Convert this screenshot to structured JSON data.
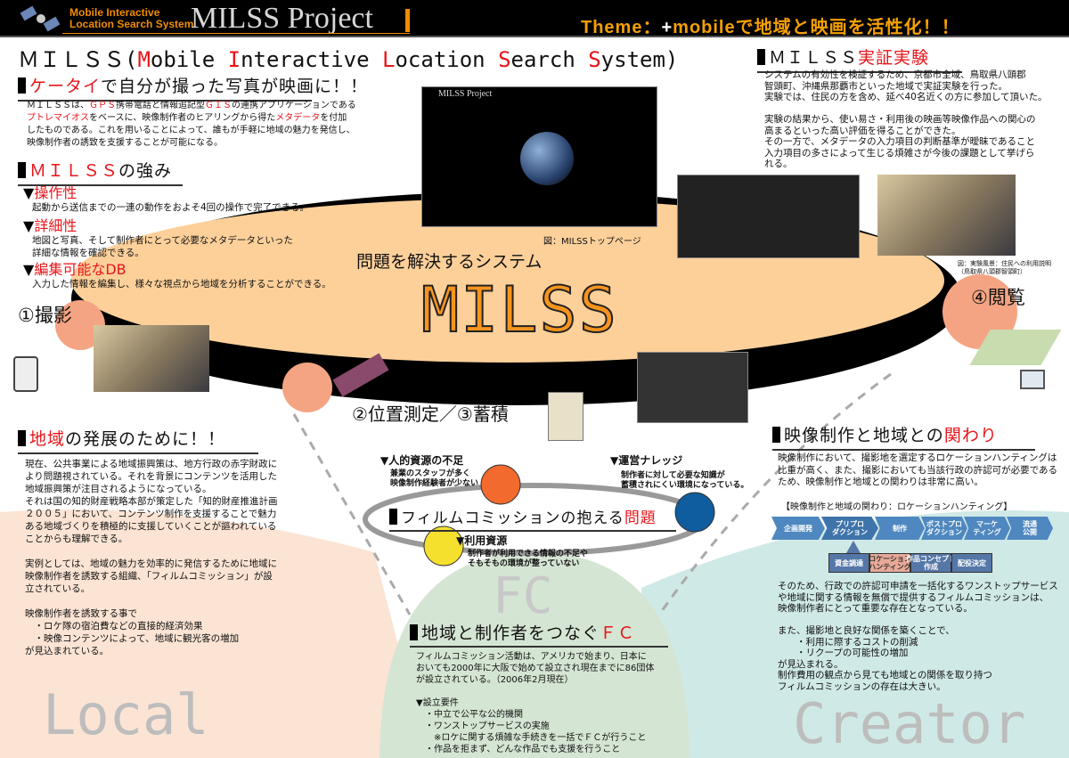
{
  "header": {
    "logo_sub_1": "Mobile Interactive",
    "logo_sub_2": "Location Search System",
    "logo_main": "MILSS Project",
    "theme_prefix": "Theme：",
    "theme_plus": "+",
    "theme_rest": "mobileで地域と映画を活性化！！"
  },
  "title": {
    "prefix": "ＭＩＬＳＳ(",
    "parts": [
      [
        "M",
        "obile "
      ],
      [
        "I",
        "nteractive "
      ],
      [
        "L",
        "ocation "
      ],
      [
        "S",
        "earch "
      ],
      [
        "S",
        "ystem)"
      ]
    ]
  },
  "keitai": {
    "heading_red": "ケータイ",
    "heading_rest": "で自分が撮った写真が映画に！！",
    "body": [
      "ＭＩＬＳＳは、",
      "ＧＰＳ",
      "携帯電話と情報追記型",
      "ＧＩＳ",
      "の連携アプリケーションである\n",
      "プトレマイオス",
      "をベースに、映像制作者のヒアリングから得た",
      "メタデータ",
      "を付加\nしたものである。これを用いることによって、誰もが手軽に地域の魅力を発信し、\n映像制作者の誘致を支援することが可能になる。"
    ]
  },
  "strengths": {
    "heading_red": "ＭＩＬＳＳ",
    "heading_rest": "の強み",
    "items": [
      {
        "title": "操作性",
        "text": "起動から送信までの一連の動作をおよそ4回の操作で完了できる。"
      },
      {
        "title": "詳細性",
        "text": "地図と写真、そして制作者にとって必要なメタデータといった\n詳細な情報を確認できる。"
      },
      {
        "title": "編集可能なDB",
        "text": "入力した情報を編集し、様々な視点から地域を分析することができる。"
      }
    ]
  },
  "experiment": {
    "heading_black": "ＭＩＬＳＳ",
    "heading_red": "実証実験",
    "body": "システムの有効性を検証するため、京都市全域、鳥取県八頭郡\n智頭町、沖縄県那覇市といった地域で実証実験を行った。\n実験では、住民の方を含め、延べ40名近くの方に参加して頂いた。\n\n実験の結果から、使い易さ・利用後の映画等映像作品への関心の\n高まるといった高い評価を得ることができた。\nその一方で、メタデータの入力項目の判断基準が曖昧であること\n入力項目の多さによって生じる煩雑さが今後の課題として挙げら\nれる。",
    "photo_caption": "図：実験風景：住民への利用説明\n（鳥取県八頭郡智頭町）"
  },
  "center": {
    "screenshot_caption": "図：MILSSトップページ",
    "screenshot_title": "MILSS Project",
    "system_label": "問題を解決するシステム",
    "system_name": "MILSS",
    "step1": "①撮影",
    "step23": "②位置測定／③蓄積",
    "step4": "④閲覧"
  },
  "local": {
    "heading_red": "地域",
    "heading_rest": "の発展のために！！",
    "body": "現在、公共事業による地域振興策は、地方行政の赤字財政に\nより問題視されている。それを背景にコンテンツを活用した\n地域振興策が注目されるようになっている。\nそれは国の知的財産戦略本部が策定した「知的財産推進計画\n２００５」において、コンテンツ制作を支援することで魅力\nある地域づくりを積極的に支援していくことが謳われている\nことからも理解できる。\n\n実例としては、地域の魅力を効率的に発信するために地域に\n映像制作者を誘致する組織、「フィルムコミッション」が設\n立されている。\n\n映像制作者を誘致する事で\n　・ロケ隊の宿泊費などの直接的経済効果\n　・映像コンテンツによって、地域に観光客の増加\nが見込まれている。",
    "big_label": "Local"
  },
  "problems": {
    "heading_black": "フィルムコミッションの抱える",
    "heading_red": "問題",
    "items": [
      {
        "title": "▼人的資源の不足",
        "text": "兼業のスタッフが多く\n映像制作経験者が少ない",
        "color": "#f26a2e"
      },
      {
        "title": "▼運営ナレッジ",
        "text": "制作者に対して必要な知識が\n蓄積されにくい環境になっている。",
        "color": "#0f5c9e"
      },
      {
        "title": "▼利用資源",
        "text": "制作者が利用できる情報の不足や\nそもそもの環境が整っていない",
        "color": "#f5e12d"
      }
    ]
  },
  "fc": {
    "big_label": "FC",
    "heading_black": "地域と制作者をつなぐ",
    "heading_red": "ＦＣ",
    "body": "フィルムコミッション活動は、アメリカで始まり、日本に\nおいても2000年に大阪で始めて設立され現在までに86団体\nが設立されている。（2006年2月現在）\n\n▼設立要件\n　・中立で公平な公的機関\n　・ワンストップサービスの実施\n　　※ロケに関する煩雑な手続きを一括でＦＣが行うこと\n　・作品を拒まず、どんな作品でも支援を行うこと"
  },
  "creator": {
    "heading_black": "映像制作と地域との",
    "heading_red": "関わり",
    "body1": "映像制作において、撮影地を選定するロケーションハンティングは\n比重が高く、また、撮影においても当該行政の許認可が必要である\nため、映像制作と地域との関わりは非常に高い。",
    "diagram_title": "【映像制作と地域の関わり：ロケーションハンティング】",
    "flow": [
      "企画開発",
      "プリプロ\nダクション",
      "制作",
      "ポストプロ\nダクション",
      "マーケ\nティング",
      "流通\n公開"
    ],
    "sub_tasks": [
      "資金調達",
      "ロケーション\nハンティング",
      "作品コンセプト\n作成",
      "配役決定"
    ],
    "body2": "そのため、行政での許認可申請を一括化するワンストップサービス\nや地域に関する情報を無償で提供するフィルムコミッションは、\n映像制作者にとって重要な存在となっている。\n\nまた、撮影地と良好な関係を築くことで、\n　　・利用に際するコストの削減\n　　・リクープの可能性の増加\nが見込まれる。\n制作費用の観点から見ても地域との関係を取り持つ\nフィルムコミッションの存在は大きい。",
    "big_label": "Creator"
  },
  "colors": {
    "accent": "#f08c00",
    "red": "#e8151a",
    "peach": "#fdd09a",
    "local_bg": "#fbe4d4",
    "creator_bg": "#cfe9e6",
    "fc_bg": "#d5e5d3"
  }
}
